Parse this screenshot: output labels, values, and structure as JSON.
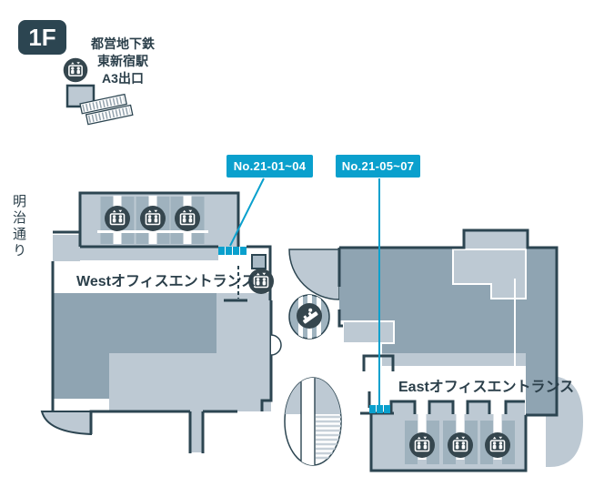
{
  "floor_badge": "1F",
  "station": {
    "line1": "都営地下鉄",
    "line2": "東新宿駅",
    "line3": "A3出口"
  },
  "street_label": "明治通り",
  "location_labels": [
    {
      "text": "No.21-01~04",
      "count_marks": 4
    },
    {
      "text": "No.21-05~07",
      "count_marks": 3
    }
  ],
  "west_entrance_label": "Westオフィスエントランス",
  "east_entrance_label": "Eastオフィスエントランス",
  "icons": {
    "elevator": "elevator-icon",
    "escalator": "escalator-icon",
    "stairs": "stairs-icon"
  },
  "colors": {
    "dark_outline": "#2c4551",
    "light_fill": "#bdc9d3",
    "medium_fill": "#8fa4b2",
    "shaft_fill": "#9fb2be",
    "accent_cyan": "#0aa0cd",
    "icon_circle": "#35464e",
    "text": "#2b3f4a",
    "background": "#ffffff"
  }
}
